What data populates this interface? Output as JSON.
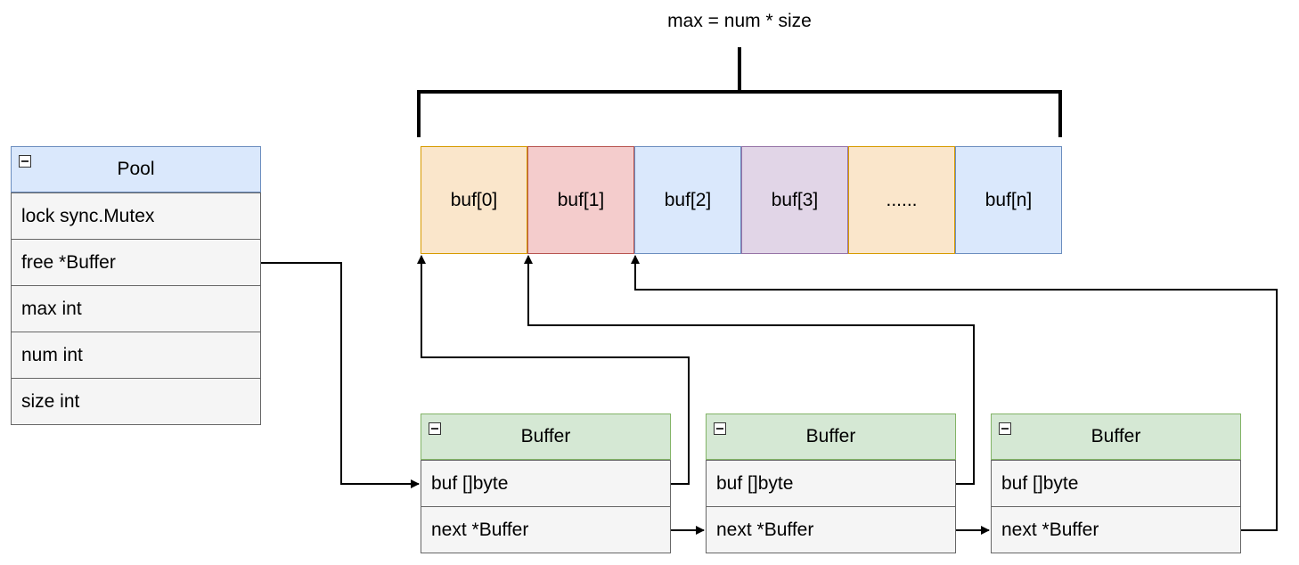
{
  "title": "max = num * size",
  "pool": {
    "header": "Pool",
    "fields": [
      "lock sync.Mutex",
      "free *Buffer",
      "max int",
      "num int",
      "size int"
    ]
  },
  "buffers": [
    {
      "header": "Buffer",
      "fields": [
        "buf []byte",
        "next *Buffer"
      ]
    },
    {
      "header": "Buffer",
      "fields": [
        "buf []byte",
        "next *Buffer"
      ]
    },
    {
      "header": "Buffer",
      "fields": [
        "buf []byte",
        "next *Buffer"
      ]
    }
  ],
  "cells": [
    {
      "label": "buf[0]",
      "fill": "#fae6cb",
      "stroke": "#d79b00"
    },
    {
      "label": "buf[1]",
      "fill": "#f4cccc",
      "stroke": "#b85450"
    },
    {
      "label": "buf[2]",
      "fill": "#dae8fc",
      "stroke": "#6c8ebf"
    },
    {
      "label": "buf[3]",
      "fill": "#e1d5e7",
      "stroke": "#9673a6"
    },
    {
      "label": "......",
      "fill": "#fae6cb",
      "stroke": "#d79b00"
    },
    {
      "label": "buf[n]",
      "fill": "#dae8fc",
      "stroke": "#6c8ebf"
    }
  ]
}
